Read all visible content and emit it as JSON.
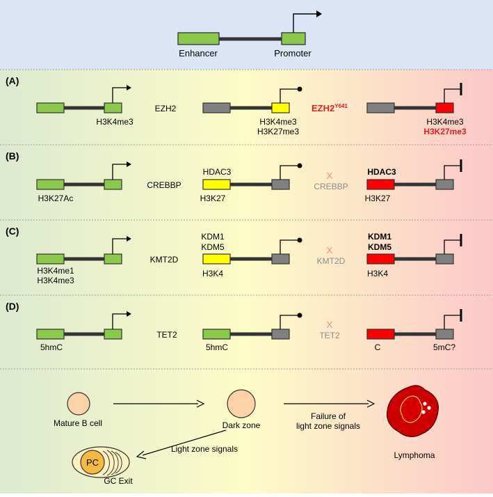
{
  "top": {
    "enhancer_label": "Enhancer",
    "promoter_label": "Promoter"
  },
  "panels": [
    {
      "id": "(A)",
      "left_label_1": "H3K4me3",
      "left_label_2": "",
      "enzyme": "EZH2",
      "mid_top_1": "",
      "mid_top_2": "",
      "mid_bottom_1": "H3K4me3",
      "mid_bottom_2": "H3K27me3",
      "mutant_base": "EZH2",
      "mutant_sup": "Y641",
      "right_top_1": "",
      "right_top_2": "",
      "right_left_label": "",
      "right_bottom_1": "H3K4me3",
      "right_bottom_2": "H3K27me3"
    },
    {
      "id": "(B)",
      "left_label_1": "H3K27Ac",
      "left_label_2": "",
      "enzyme": "CREBBP",
      "mid_top_1": "HDAC3",
      "mid_top_2": "",
      "mid_bottom_1": "H3K27",
      "mid_bottom_2": "",
      "x_mark": "X",
      "lost_enzyme": "CREBBP",
      "right_top_1": "HDAC3",
      "right_top_2": "",
      "right_left_label": "H3K27",
      "right_bottom_1": "",
      "right_bottom_2": ""
    },
    {
      "id": "(C)",
      "left_label_1": "H3K4me1",
      "left_label_2": "H3K4me3",
      "enzyme": "KMT2D",
      "mid_top_1": "KDM1",
      "mid_top_2": "KDM5",
      "mid_bottom_1": "H3K4",
      "mid_bottom_2": "",
      "x_mark": "X",
      "lost_enzyme": "KMT2D",
      "right_top_1": "KDM1",
      "right_top_2": "KDM5",
      "right_left_label": "H3K4",
      "right_bottom_1": "",
      "right_bottom_2": ""
    },
    {
      "id": "(D)",
      "left_label_1": "5hmC",
      "left_label_2": "",
      "enzyme": "TET2",
      "mid_top_1": "",
      "mid_top_2": "",
      "mid_bottom_1": "5hmC",
      "mid_bottom_2": "",
      "x_mark": "X",
      "lost_enzyme": "TET2",
      "right_top_1": "",
      "right_top_2": "",
      "right_left_label": "C",
      "right_bottom_1": "5mC?",
      "right_bottom_2": ""
    }
  ],
  "bottom": {
    "mature_b_cell": "Mature B cell",
    "dark_zone": "Dark zone",
    "failure_1": "Failure of",
    "failure_2": "light zone signals",
    "lymphoma": "Lymphoma",
    "light_zone_signals": "Light zone signals",
    "pc": "PC",
    "gc_exit": "GC Exit"
  },
  "colors": {
    "green": "#8cc84b",
    "gray": "#808080",
    "yellow": "#ffff00",
    "red": "#ff0000",
    "red_text": "#e02020",
    "faded_gray": "#8c8c8c",
    "faded_x": "#f08a80",
    "top_bg": "#dce5f5"
  }
}
